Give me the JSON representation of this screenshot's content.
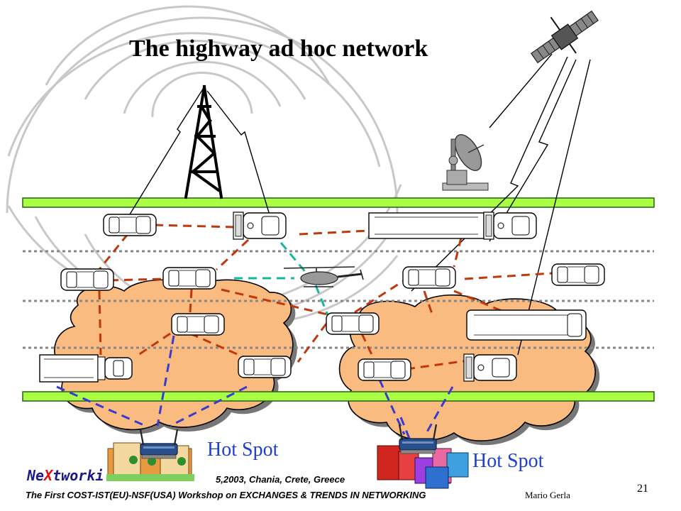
{
  "slide": {
    "title": "The highway ad hoc network",
    "hotspot_left": "Hot Spot",
    "hotspot_right": "Hot Spot",
    "footer": {
      "brand_prefix": "Ne",
      "brand_x": "X",
      "brand_suffix": "tworki",
      "date_text": "5,2003, Chania, Crete, Greece",
      "workshop": "The First COST-IST(EU)-NSF(USA) Workshop on EXCHANGES & TRENDS IN NETWORKING",
      "author": "Mario Gerla",
      "page_number": "21"
    }
  },
  "colors": {
    "road_edge_fill": "#aaff44",
    "road_edge_stroke": "#2e6b1b",
    "cloud_fill": "#f9bb7f",
    "link_red": "#c0390b",
    "link_blue": "#3a3ad0",
    "link_teal": "#17b59a",
    "hotspot_text": "#1f3fd0"
  },
  "icons": [
    "radio-tower-icon",
    "satellite-icon",
    "satellite-dish-icon",
    "helicopter-icon",
    "wifi-router-icon",
    "building-icon",
    "car-icon",
    "truck-icon"
  ]
}
